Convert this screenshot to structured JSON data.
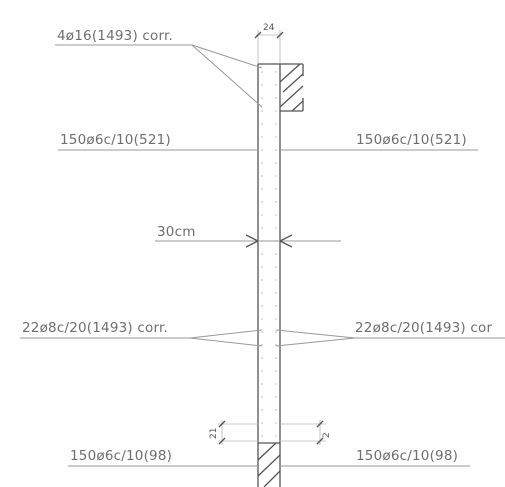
{
  "column": {
    "width_dimension": "24",
    "top_rebar_label": "4ø16(1493)  corr.",
    "stirrup_top_left": "150ø6c/10(521)",
    "stirrup_top_right": "150ø6c/10(521)",
    "cover_label": "30cm",
    "mid_left_label": "22ø8c/20(1493)  corr.",
    "mid_right_label": "22ø8c/20(1493)  cor",
    "stirrup_bottom_left": "150ø6c/10(98)",
    "stirrup_bottom_right": "150ø6c/10(98)",
    "bottom_dim_left": "21",
    "bottom_dim_right": "2"
  },
  "colors": {
    "line": "#9a9a9a",
    "outline": "#555555",
    "text": "#6e6e6e"
  }
}
